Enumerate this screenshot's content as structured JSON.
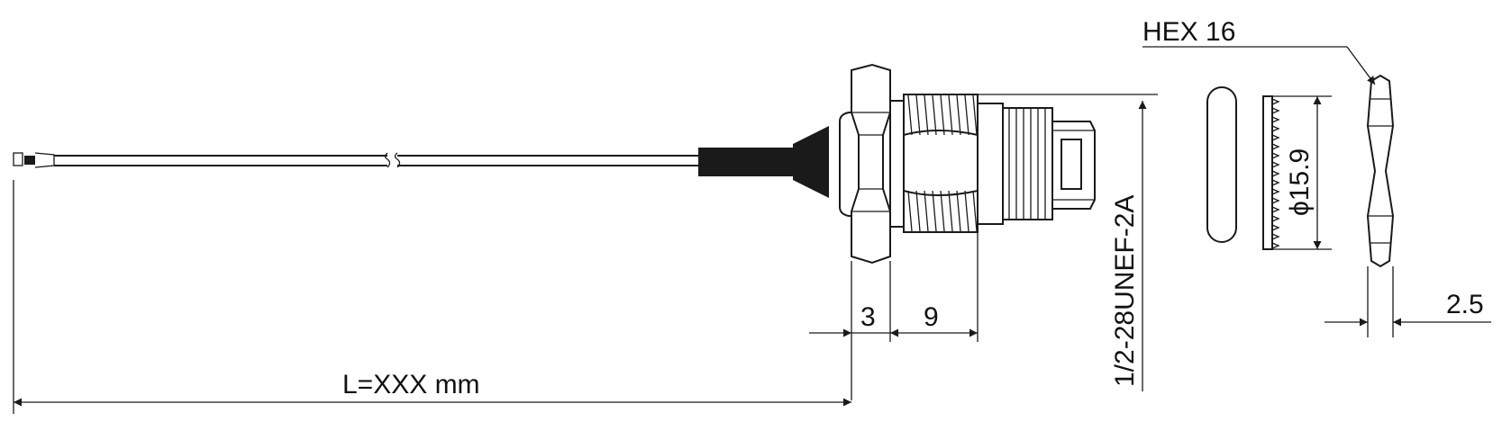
{
  "drawing": {
    "line_color": "#1a1a1a",
    "background": "#ffffff"
  },
  "labels": {
    "hex": "HEX 16",
    "diameter": "ϕ15.9",
    "thread": "1/2-28UNEF-2A",
    "dim_3": "3",
    "dim_9": "9",
    "length": "L=XXX mm",
    "nut_thickness": "2.5"
  }
}
